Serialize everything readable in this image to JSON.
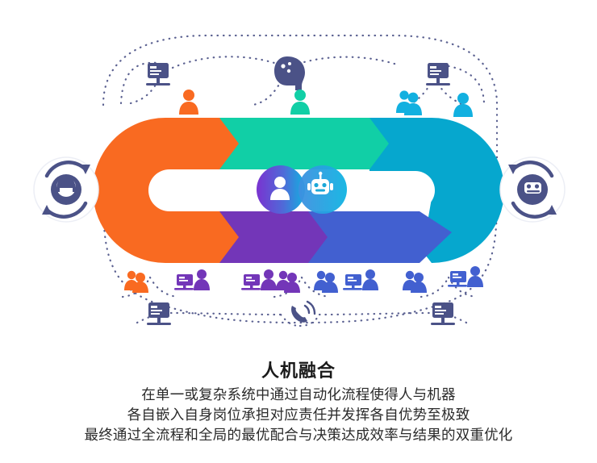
{
  "caption": {
    "title": "人机融合",
    "lines": [
      "在单一或复杂系统中通过自动化流程使得人与机器",
      "各自嵌入自身岗位承担对应责任并发挥各自优势至极致",
      "最终通过全流程和全局的最优配合与决策达成效率与结果的双重优化"
    ]
  },
  "colors": {
    "orange": "#f96a21",
    "green": "#11cfa6",
    "cyan": "#06a7ce",
    "blue": "#4260d0",
    "purple": "#7336b8",
    "navy": "#4b5287",
    "center_purple": "#7040c8",
    "center_cyan": "#12b0e0",
    "dotted": "#5b6191"
  },
  "diagram": {
    "loop": {
      "name": "human-machine-loop",
      "segments": [
        {
          "id": "orange",
          "label": "orange-left-arc-segment",
          "color": "#f96a21"
        },
        {
          "id": "green",
          "label": "green-top-chevron-segment",
          "color": "#11cfa6"
        },
        {
          "id": "cyan",
          "label": "cyan-right-arc-segment",
          "color": "#06a7ce"
        },
        {
          "id": "blue",
          "label": "blue-bottom-chevron-segment",
          "color": "#4260d0"
        },
        {
          "id": "purple",
          "label": "purple-bottom-chevron-segment",
          "color": "#7336b8"
        }
      ]
    },
    "center_badge": {
      "name": "human-machine-fusion-badge",
      "left_icon": "person-icon",
      "right_icon": "robot-icon"
    },
    "end_nodes": [
      {
        "name": "agent-headset-node",
        "icon": "headset-agent-icon",
        "side": "left"
      },
      {
        "name": "robot-headset-node",
        "icon": "robot-headset-icon",
        "side": "right"
      }
    ],
    "top_nodes": [
      {
        "name": "top-monitor-1",
        "icon": "monitor-icon",
        "color": "#4b5287"
      },
      {
        "name": "top-person-orange",
        "icon": "person-icon",
        "color": "#f96a21"
      },
      {
        "name": "top-brain-head",
        "icon": "brain-head-icon",
        "color": "#4b5287"
      },
      {
        "name": "top-person-green",
        "icon": "person-icon",
        "color": "#11cfa6"
      },
      {
        "name": "top-people-cyan",
        "icon": "people-group-icon",
        "color": "#12b0e0"
      },
      {
        "name": "top-monitor-2",
        "icon": "monitor-icon",
        "color": "#4b5287"
      },
      {
        "name": "top-person-cyan",
        "icon": "person-icon",
        "color": "#12b0e0"
      }
    ],
    "mid_nodes": [
      {
        "name": "mid-people-orange",
        "icon": "people-group-icon",
        "color": "#f96a21"
      },
      {
        "name": "mid-monitor-person-purple-1",
        "icon": "monitor-person-icon",
        "color": "#7336b8"
      },
      {
        "name": "mid-monitor-person-purple-2",
        "icon": "monitor-person-icon",
        "color": "#7336b8"
      },
      {
        "name": "mid-people-purple",
        "icon": "people-group-icon",
        "color": "#7336b8"
      },
      {
        "name": "mid-people-blue-1",
        "icon": "people-group-icon",
        "color": "#4260d0"
      },
      {
        "name": "mid-monitor-person-blue-1",
        "icon": "monitor-person-icon",
        "color": "#4260d0"
      },
      {
        "name": "mid-people-blue-2",
        "icon": "people-group-icon",
        "color": "#4260d0"
      },
      {
        "name": "mid-monitor-person-blue-2",
        "icon": "monitor-person-icon",
        "color": "#4260d0"
      }
    ],
    "bottom_nodes": [
      {
        "name": "bottom-monitor-left",
        "icon": "monitor-icon",
        "color": "#4b5287"
      },
      {
        "name": "bottom-phone-ringing",
        "icon": "phone-ringing-icon",
        "color": "#4b5287"
      },
      {
        "name": "bottom-monitor-right",
        "icon": "monitor-icon",
        "color": "#4b5287"
      }
    ]
  }
}
